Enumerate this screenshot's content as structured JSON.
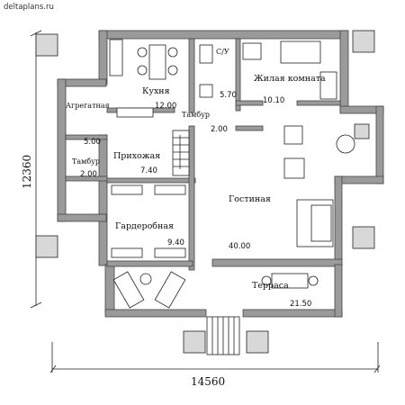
{
  "site": {
    "watermark": "deltaplans.ru"
  },
  "dimensions": {
    "height": "12360",
    "width": "14560"
  },
  "rooms": [
    {
      "id": "kitchen",
      "name": "Кухня",
      "area": "12.00"
    },
    {
      "id": "wc",
      "name": "С/У",
      "area": "5.70"
    },
    {
      "id": "living",
      "name": "Жилая комната",
      "area": "10.10"
    },
    {
      "id": "utility",
      "name": "Агрегатная",
      "area": "5.00"
    },
    {
      "id": "vest1",
      "name": "Тамбур",
      "area": "2.00"
    },
    {
      "id": "vest2",
      "name": "Тамбур",
      "area": "2.00"
    },
    {
      "id": "hall",
      "name": "Прихожая",
      "area": "7.40"
    },
    {
      "id": "wardrobe",
      "name": "Гардеробная",
      "area": "9.40"
    },
    {
      "id": "lounge",
      "name": "Гостиная",
      "area": "40.00"
    },
    {
      "id": "terrace",
      "name": "Терраса",
      "area": "21.50"
    }
  ]
}
